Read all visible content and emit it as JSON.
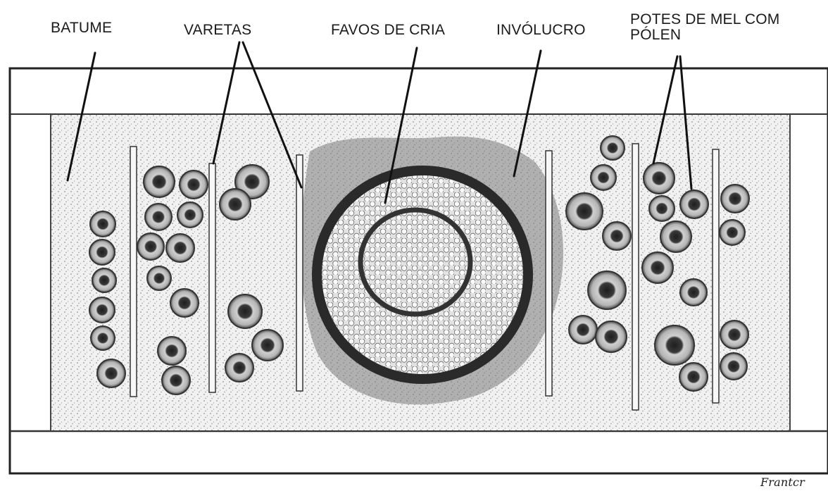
{
  "diagram": {
    "labels": {
      "batume": "BATUME",
      "varetas": "VARETAS",
      "favos_de_cria": "FAVOS DE CRIA",
      "involucro": "INVÓLUCRO",
      "potes_line1": "POTES DE MEL COM",
      "potes_line2": "PÓLEN"
    },
    "signature": "Frantcr"
  }
}
